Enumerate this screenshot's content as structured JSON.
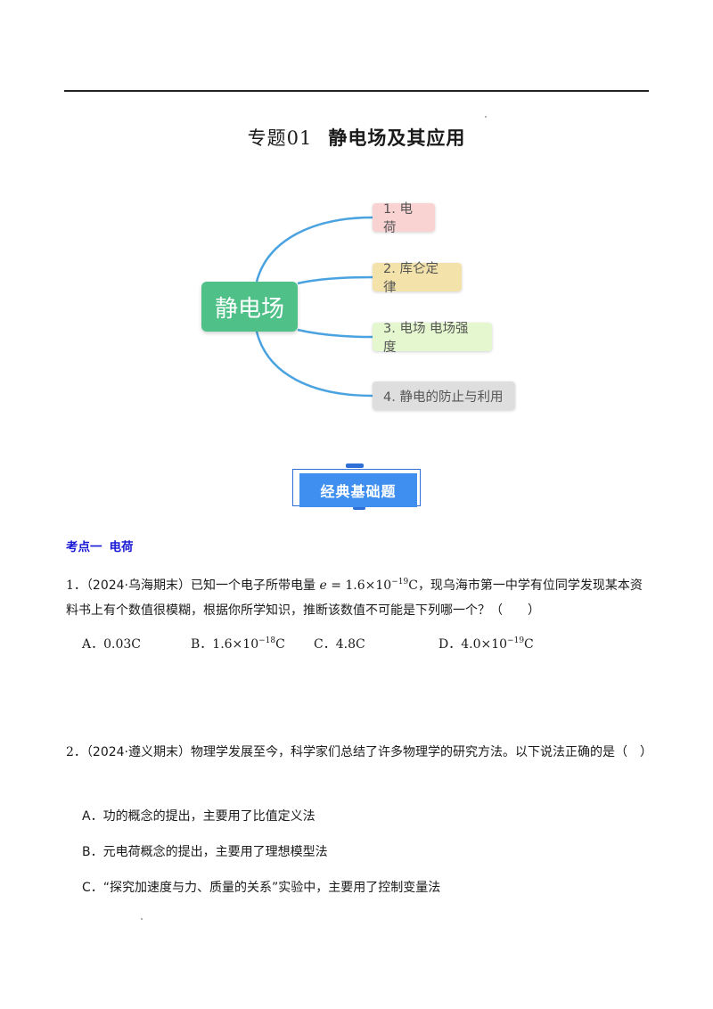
{
  "header": {
    "title_num": "专题01",
    "title_text": "静电场及其应用"
  },
  "mindmap": {
    "center": "静电场",
    "branches": [
      "1. 电荷",
      "2. 库仑定律",
      "3. 电场 电场强度",
      "4. 静电的防止与利用"
    ],
    "colors": {
      "center": "#4fc087",
      "connector": "#4aa3e0",
      "branch1": "#f9d2d2",
      "branch2": "#f3e2a9",
      "branch3": "#e4f7cf",
      "branch4": "#dedede"
    }
  },
  "banner": {
    "label": "经典基础题"
  },
  "section": {
    "label": "考点一",
    "topic": "电荷"
  },
  "q1": {
    "num": "1．",
    "source": "（2024·乌海期末）",
    "text_a": "已知一个电子所带电量 ",
    "formula_var": "e",
    "formula_eq": " = 1.6×10",
    "formula_exp": "−19",
    "formula_unit": "C",
    "text_b": "，现乌海市第一中学有位同学发现某本资料书上有个数值很模糊，根据你所学知识，推断该数值不可能是下列哪一个？（　　）",
    "options": {
      "a": "A．0.03C",
      "b_pre": "B．",
      "b_val": "1.6×10",
      "b_exp": "−18",
      "b_unit": "C",
      "c": "C．4.8C",
      "d_pre": "D．",
      "d_val": "4.0×10",
      "d_exp": "−19",
      "d_unit": "C"
    }
  },
  "q2": {
    "num": "2．",
    "source": "（2024·遵义期末）",
    "text": "物理学发展至今，科学家们总结了许多物理学的研究方法。以下说法正确的是（　）",
    "options": [
      "A．功的概念的提出，主要用了比值定义法",
      "B．元电荷概念的提出，主要用了理想模型法",
      "C．“探究加速度与力、质量的关系”实验中，主要用了控制变量法"
    ]
  }
}
